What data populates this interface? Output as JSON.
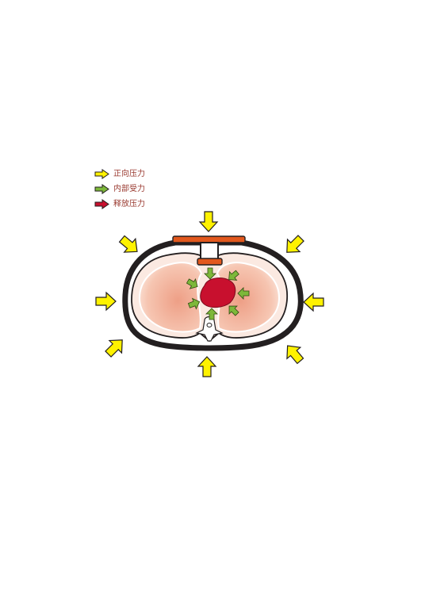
{
  "legend": {
    "items": [
      {
        "label": "正向压力",
        "icon": "yellow-arrow-icon",
        "color": "#FFF200"
      },
      {
        "label": "内部受力",
        "icon": "green-arrow-icon",
        "color": "#7DB83A"
      },
      {
        "label": "释放压力",
        "icon": "red-arrow-icon",
        "color": "#C8102E"
      }
    ]
  },
  "colors": {
    "outline": "#231F20",
    "device_bar": "#E2581D",
    "heart": "#C8102E",
    "lung_fill": "#F2B29A",
    "lung_edge": "#FBE4DA"
  }
}
